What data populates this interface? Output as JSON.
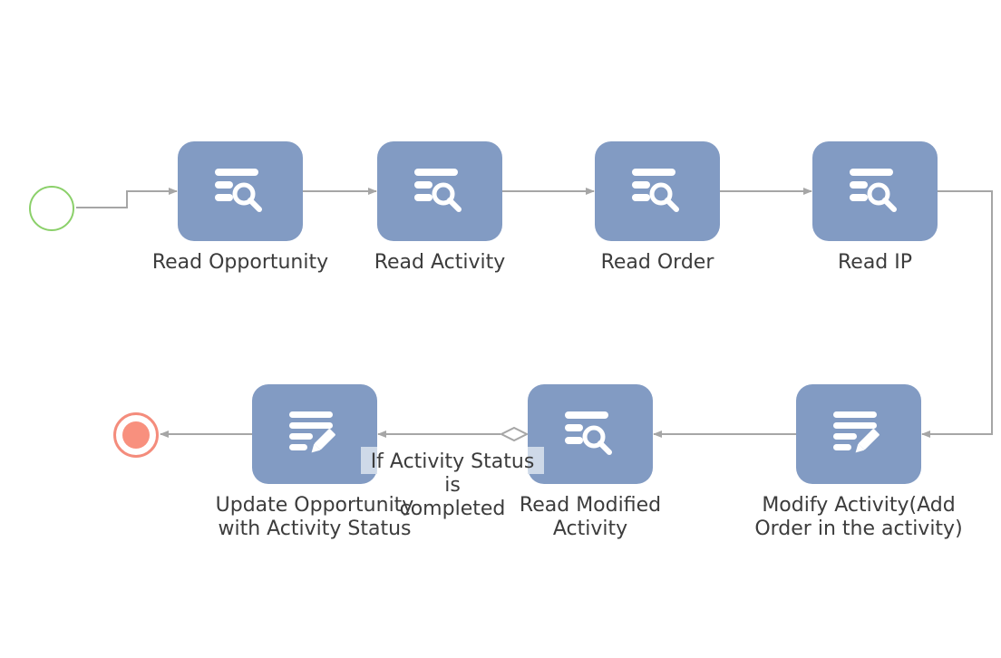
{
  "diagram": {
    "tasks": [
      {
        "id": "read-opportunity",
        "label": "Read Opportunity",
        "icon": "data-read-icon"
      },
      {
        "id": "read-activity",
        "label": "Read Activity",
        "icon": "data-read-icon"
      },
      {
        "id": "read-order",
        "label": "Read Order",
        "icon": "data-read-icon"
      },
      {
        "id": "read-ip",
        "label": "Read IP",
        "icon": "data-read-icon"
      },
      {
        "id": "modify-activity",
        "label": "Modify Activity(Add\nOrder in the activity)",
        "icon": "data-edit-icon"
      },
      {
        "id": "read-modified-activity",
        "label": "Read Modified\nActivity",
        "icon": "data-read-icon"
      },
      {
        "id": "update-opportunity",
        "label": "Update Opportunity\nwith Activity Status",
        "icon": "data-edit-icon"
      }
    ],
    "condition_label": "If Activity Status is\ncompleted",
    "colors": {
      "task_fill": "#829bc3",
      "connector": "#a6a6a6",
      "start_event": "#8bd06a",
      "end_event": "#f48c7c"
    }
  }
}
